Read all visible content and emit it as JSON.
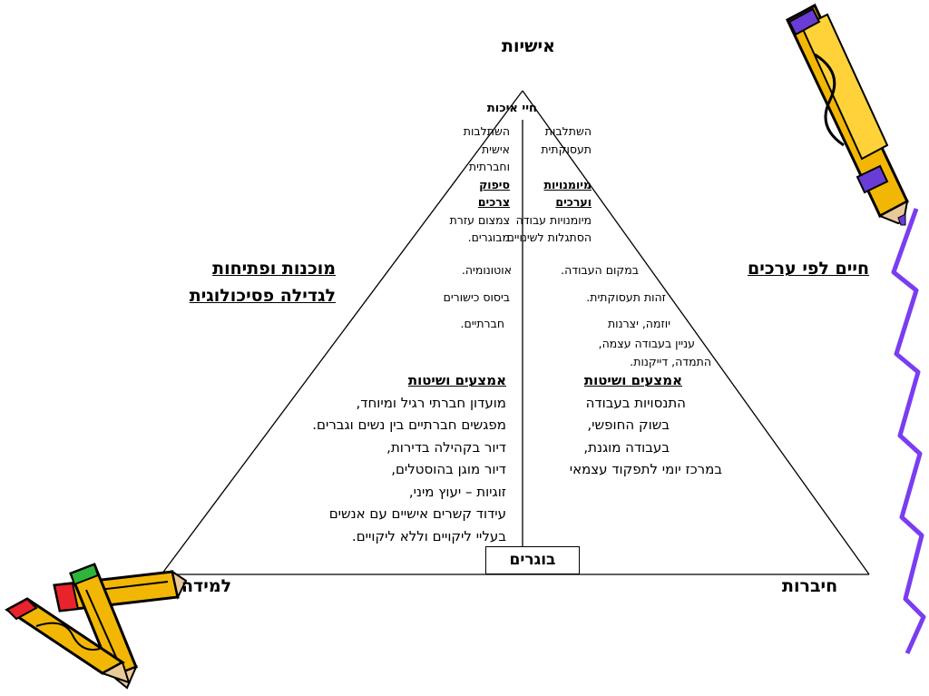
{
  "top_label": "אישיות",
  "bottom_left_label": "למידה",
  "bottom_right_label": "חיברות",
  "left_side": {
    "line1": "מוכנות ופתיחות",
    "line2": "לגדילה פסיכולוגית"
  },
  "right_side": "חיים לפי ערכים",
  "center_title": "חיי איכות",
  "upper_right_column": [
    {
      "text": "השתלבות",
      "style": "plain"
    },
    {
      "text": "תעסוקתית",
      "style": "plain"
    },
    {
      "text": "",
      "style": "plain"
    },
    {
      "text": "מיומנויות",
      "style": "bold-underline"
    },
    {
      "text": "וערכים",
      "style": "bold-underline"
    },
    {
      "text": "מיומנויות עבודה",
      "style": "plain"
    },
    {
      "text": "הסתגלות לשינויים",
      "style": "plain"
    }
  ],
  "upper_left_column": [
    {
      "text": "השתלבות",
      "style": "plain"
    },
    {
      "text": "אישית",
      "style": "plain"
    },
    {
      "text": "וחברתית",
      "style": "plain"
    },
    {
      "text": "סיפוק",
      "style": "bold-underline"
    },
    {
      "text": "צרכים",
      "style": "bold-underline"
    },
    {
      "text": "צמצום עזרת",
      "style": "plain"
    },
    {
      "text": "מבוגרים.",
      "style": "plain"
    }
  ],
  "mid_right_items": {
    "workplace": "במקום העבודה.",
    "identity": "זהות תעסוקתית.",
    "initiative": "יוזמה, יצרנות",
    "interest": "עניין בעבודה עצמה,",
    "persistence": "התמדה, דייקנות."
  },
  "mid_left_items": {
    "autonomy": "אוטונומיה.",
    "skills": "ביסוס כישורים",
    "social": "חברתיים."
  },
  "lower_right_block": {
    "heading": "אמצעים ושיטות",
    "lines": [
      "התנסויות בעבודה",
      "בשוק החופשי,",
      "בעבודה מוגנת,",
      "במרכז יומי לתפקוד עצמאי"
    ]
  },
  "lower_left_block": {
    "heading": "אמצעים ושיטות",
    "lines": [
      "מועדון חברתי רגיל ומיוחד,",
      "מפגשים חברתיים בין נשים וגברים.",
      "דיור בקהילה בדירות,",
      "דיור מוגן בהוסטלים,",
      "זוגיות – יעוץ מיני,",
      "עידוד קשרים אישיים עם אנשים",
      "בעליי ליקויים וללא ליקויים."
    ]
  },
  "bottom_box": "בוגרים",
  "colors": {
    "pencil_body": "#f2b705",
    "pencil_outline": "#000000",
    "pencil_tip": "#6a3cd6",
    "pencil_eraser_red": "#e8232b",
    "pencil_band_green": "#2fb43a",
    "squiggle": "#7a3df0"
  },
  "icons": [
    "pencil-icon-top-right",
    "pencil-icon-bottom-left",
    "pencil-icon-bottom-left-2",
    "squiggle-decoration"
  ]
}
